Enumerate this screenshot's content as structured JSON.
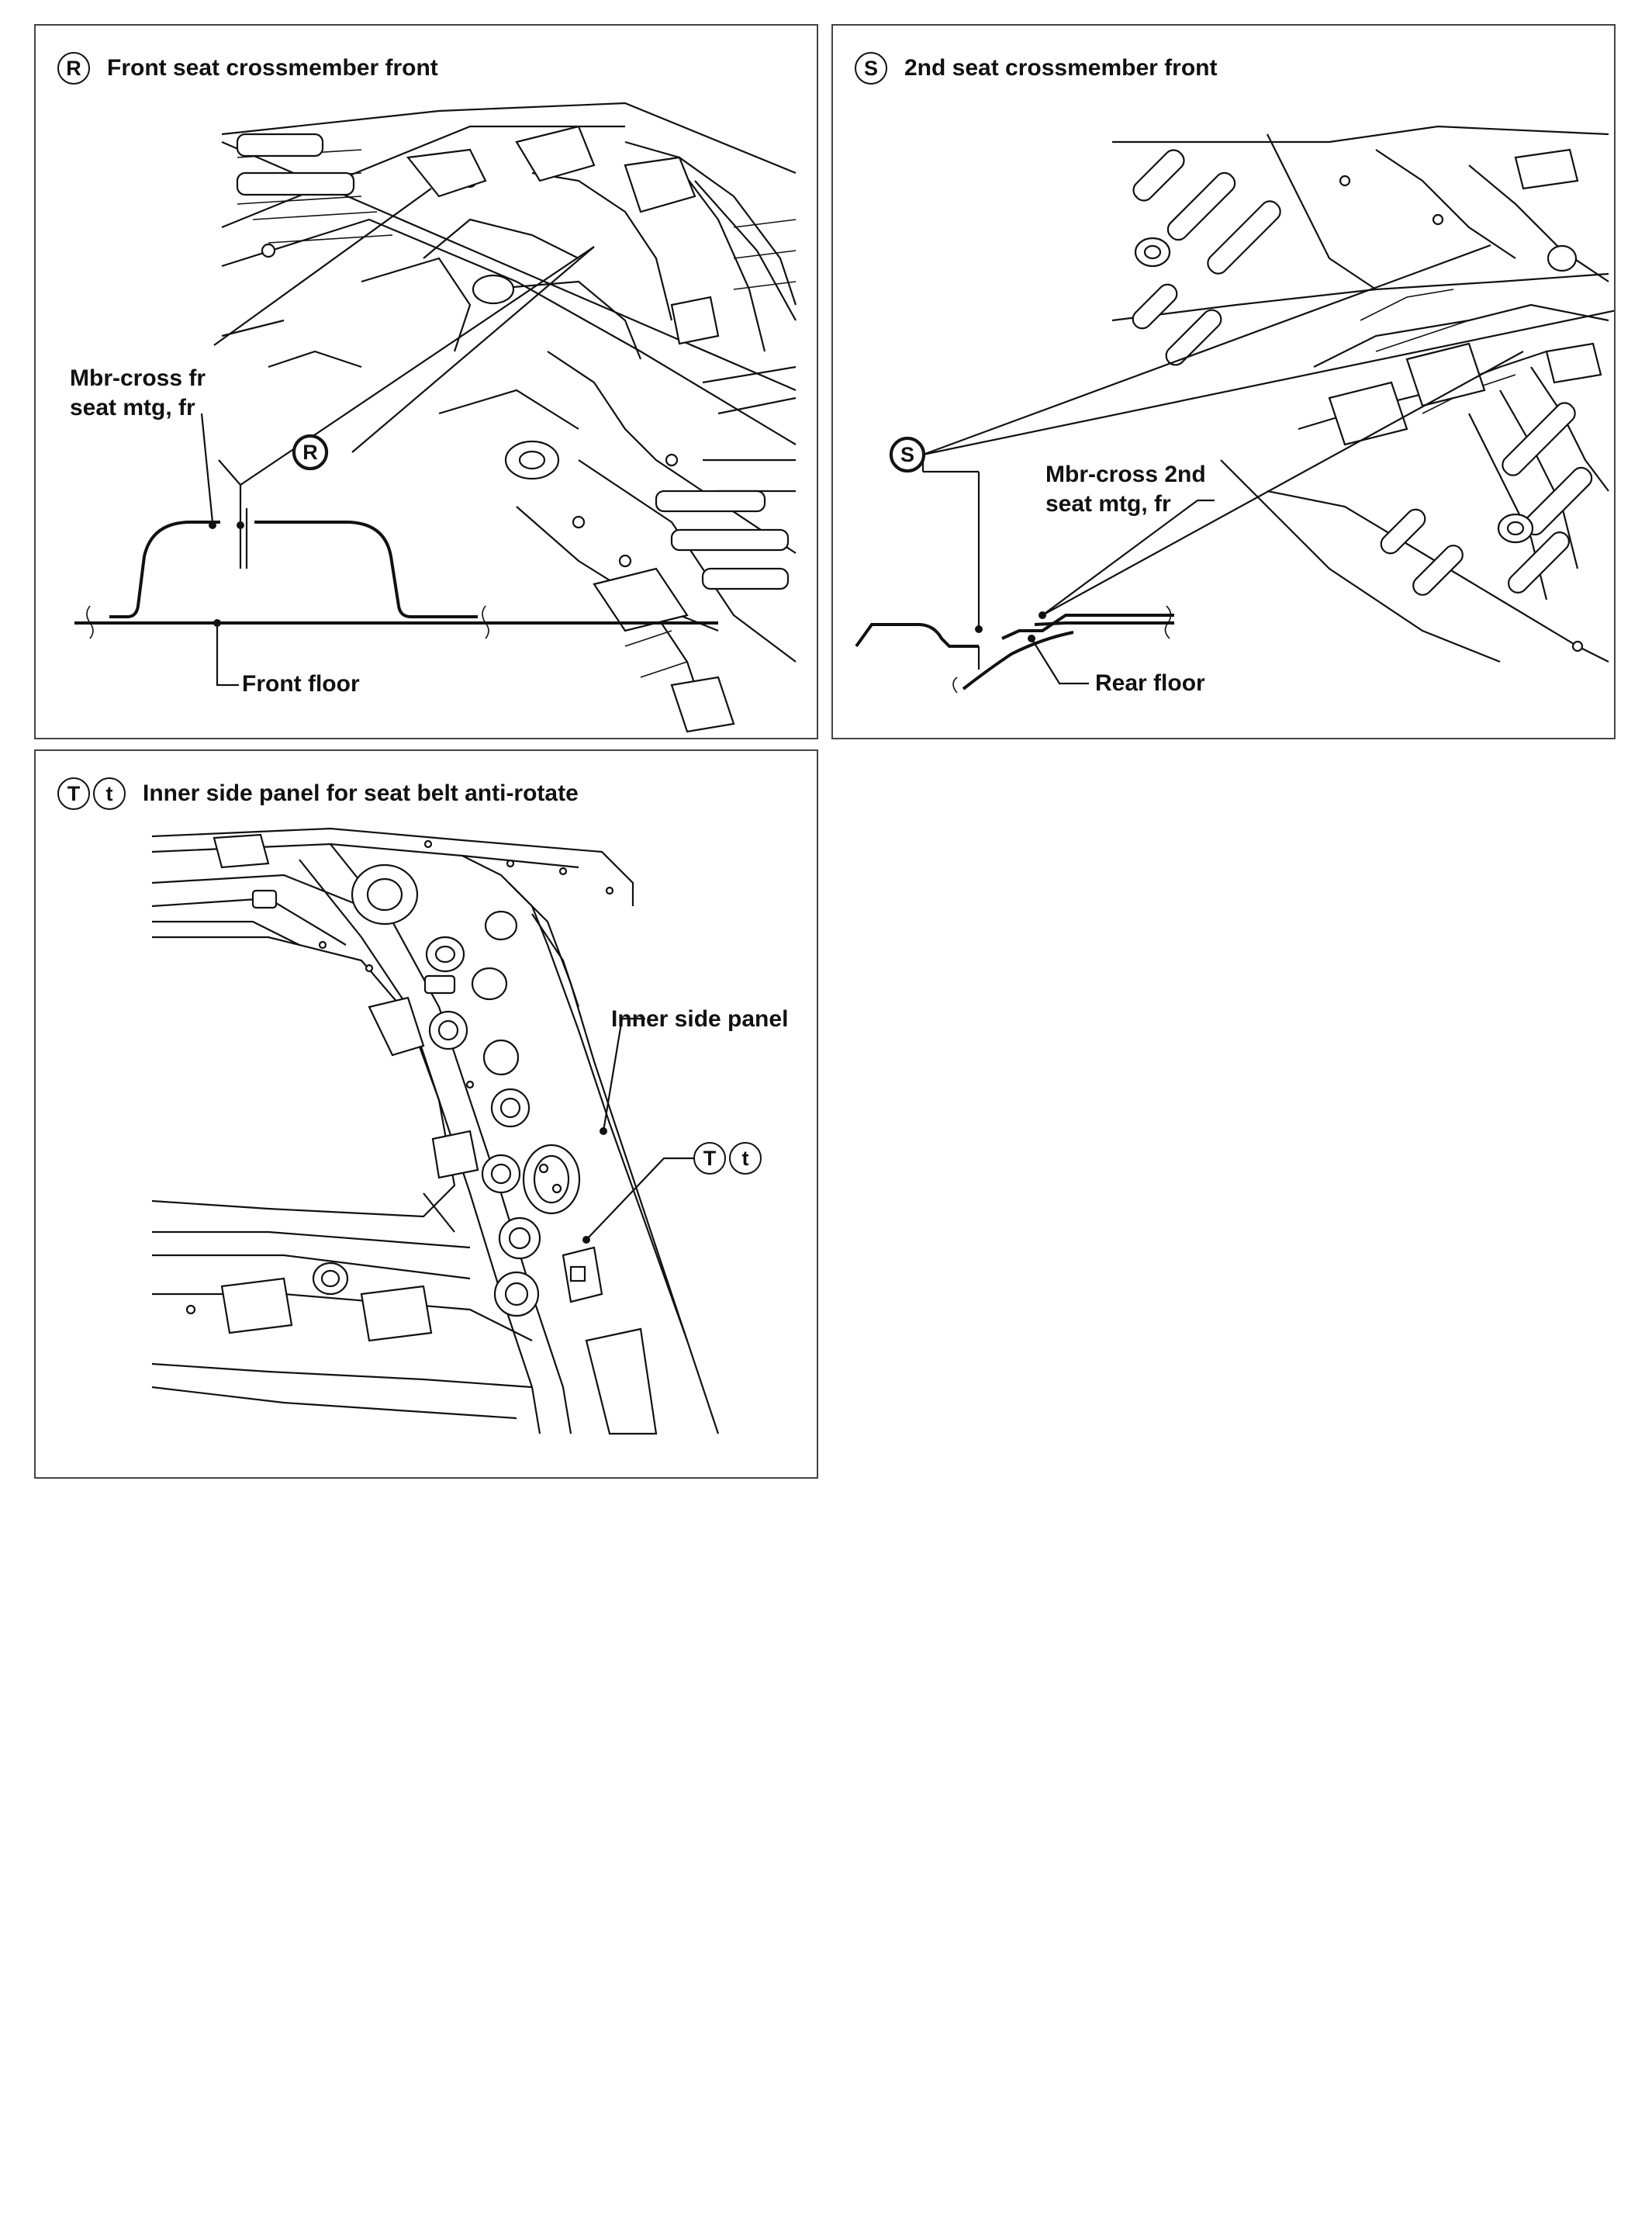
{
  "panels": {
    "r": {
      "marker": "R",
      "title": "Front seat crossmember front",
      "callout_marker": "R",
      "labels": {
        "member": "Mbr-cross fr\nseat mtg, fr",
        "floor": "Front floor"
      }
    },
    "s": {
      "marker": "S",
      "title": "2nd seat crossmember front",
      "callout_marker": "S",
      "labels": {
        "member": "Mbr-cross 2nd\nseat mtg, fr",
        "floor": "Rear floor"
      }
    },
    "t": {
      "markers": [
        "T",
        "t"
      ],
      "title": "Inner side panel for seat belt anti-rotate",
      "callout_markers": [
        "T",
        "t"
      ],
      "labels": {
        "panel": "Inner side panel"
      }
    }
  }
}
